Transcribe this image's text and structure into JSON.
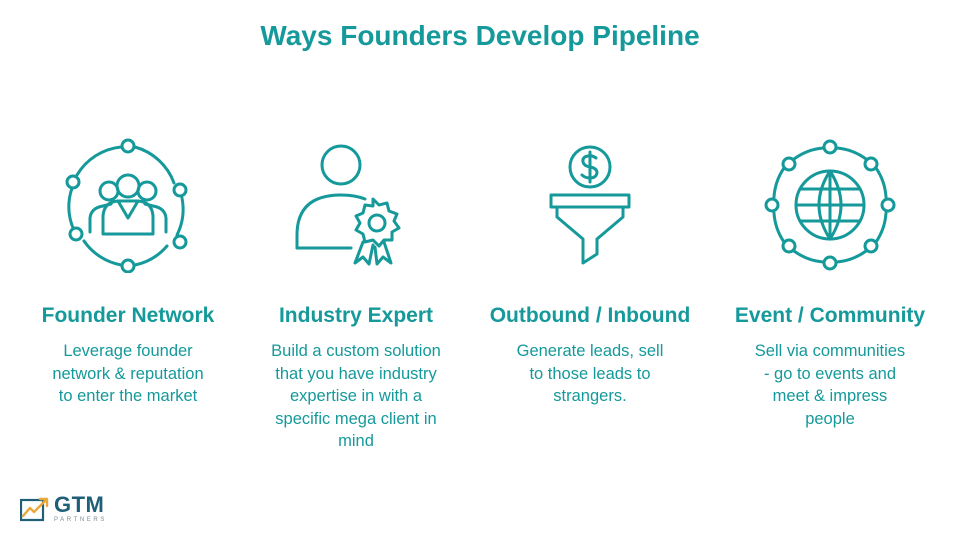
{
  "title": "Ways Founders Develop Pipeline",
  "accent_color": "#15999a",
  "columns": [
    {
      "icon": "network-people-icon",
      "title": "Founder Network",
      "description": [
        "Leverage founder",
        "network & reputation",
        "to enter the market"
      ]
    },
    {
      "icon": "expert-badge-icon",
      "title": "Industry Expert",
      "description": [
        "Build a custom solution",
        "that you have industry",
        "expertise in with a",
        "specific mega client in",
        "mind"
      ]
    },
    {
      "icon": "funnel-dollar-icon",
      "title": "Outbound / Inbound",
      "description": [
        "Generate leads, sell",
        "to those leads to",
        "strangers."
      ]
    },
    {
      "icon": "globe-network-icon",
      "title": "Event / Community",
      "description": [
        "Sell via communities",
        "- go to events and",
        "meet & impress",
        "people"
      ]
    }
  ],
  "logo": {
    "main": "GTM",
    "sub": "PARTNERS"
  }
}
